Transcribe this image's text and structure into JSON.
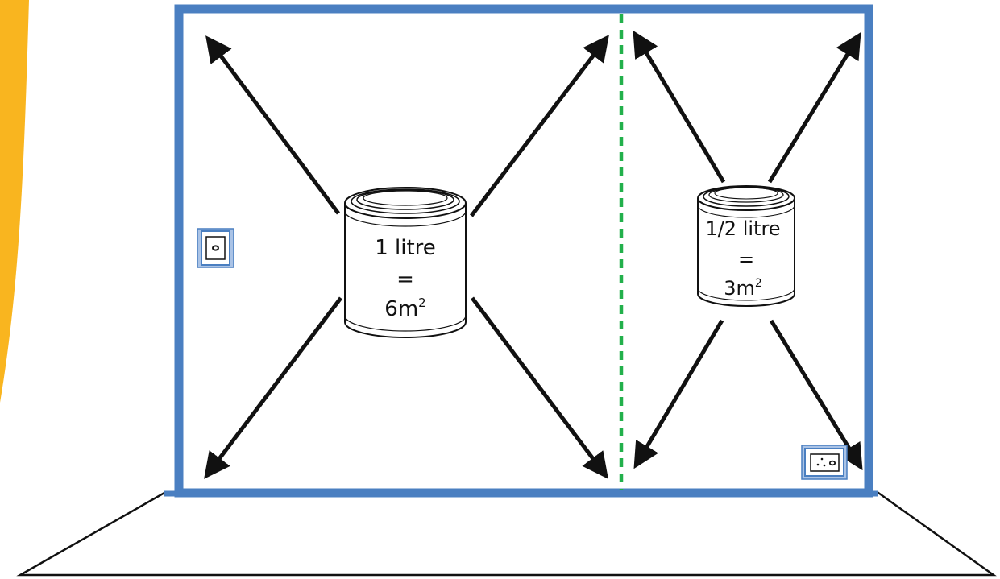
{
  "diagram": {
    "colors": {
      "wall_border": "#4a7fc1",
      "divider": "#22b04b",
      "accent_side": "#f9b51f",
      "arrow": "#111111",
      "floor_line": "#111111"
    },
    "can_large": {
      "line1": "1 litre",
      "line2": "=",
      "line3_base": "6m",
      "line3_sup": "2"
    },
    "can_small": {
      "line1": "1/2 litre",
      "line2": "=",
      "line3_base": "3m",
      "line3_sup": "2"
    },
    "icons": {
      "light_switch": "light-switch-icon",
      "power_outlet": "power-outlet-icon",
      "paint_can": "paint-can-icon"
    }
  }
}
